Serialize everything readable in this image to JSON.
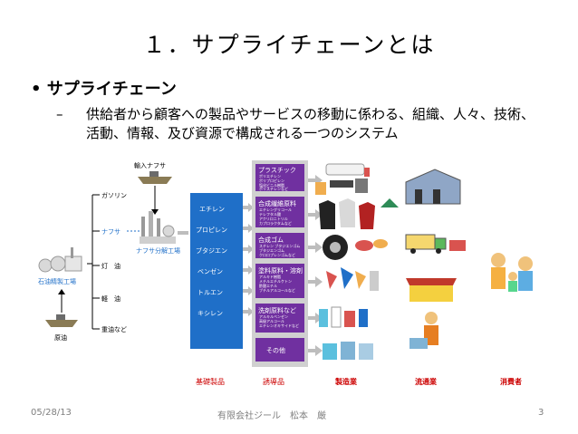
{
  "slide": {
    "title": "１．サプライチェーンとは",
    "bullet": "サプライチェーン",
    "sub_dash": "–",
    "sub_text": "供給者から顧客への製品やサービスの移動に係わる、組織、人々、技術、活動、情報、及び資源で構成される一つのシステム"
  },
  "diagram": {
    "import_naphtha": "輸入ナフサ",
    "refinery": "石油精製工場",
    "crude": "原油",
    "fractions": [
      "ガソリン",
      "ナフサ",
      "灯　油",
      "軽　油",
      "重油など"
    ],
    "cracker": "ナフサ分解工場",
    "basics": [
      "エチレン",
      "プロピレン",
      "ブタジエン",
      "ベンゼン",
      "トルエン",
      "キシレン"
    ],
    "derivatives": [
      {
        "title": "プラスチック",
        "lines": [
          "ポリエチレン",
          "ポリプロピレン",
          "塩化ビニル樹脂",
          "ポリスチレンなど"
        ]
      },
      {
        "title": "合成繊維原料",
        "lines": [
          "エチレングリコール",
          "テレフタル酸",
          "アクリロニトリル",
          "カプロラクタムなど"
        ]
      },
      {
        "title": "合成ゴム",
        "lines": [
          "スチレン ブタジエンゴム",
          "ブタジエンゴム",
          "クロロプレンゴムなど"
        ]
      },
      {
        "title": "塗料原料・溶剤",
        "lines": [
          "アルキド樹脂",
          "メチルエチルケトン",
          "酢酸エチル",
          "ブチルアルコールなど"
        ]
      },
      {
        "title": "洗剤原料など",
        "lines": [
          "アルキルベンゼン",
          "高級アルコール",
          "エチレンオキサイドなど"
        ]
      },
      {
        "title": "その他",
        "lines": []
      }
    ],
    "labels": {
      "basic": "基礎製品",
      "deriv": "誘導品",
      "maker": "製造業",
      "dist": "流通業",
      "consumer": "消費者"
    }
  },
  "footer": {
    "date": "05/28/13",
    "company": "有限会社ジール　松本　厳",
    "page": "3"
  },
  "colors": {
    "blue": "#1f6fc8",
    "red": "#cc0000",
    "grey": "#bdbdbd"
  }
}
